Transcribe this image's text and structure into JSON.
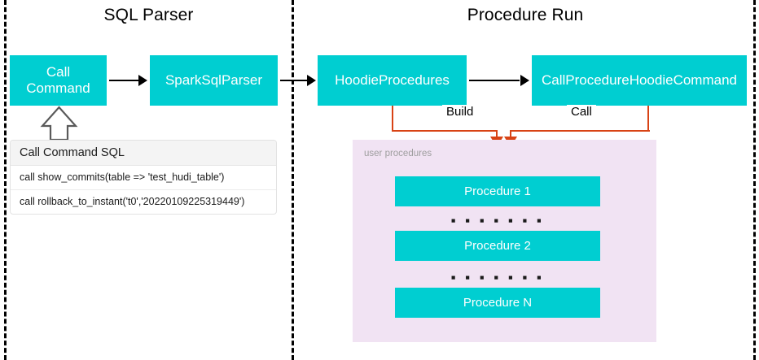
{
  "diagram": {
    "title_left": "SQL Parser",
    "title_right": "Procedure Run",
    "nodes": {
      "call_command": "Call\nCommand",
      "spark_sql_parser": "SparkSqlParser",
      "hoodie_procedures": "HoodieProcedures",
      "call_procedure_hoodie_command": "CallProcedureHoodieCommand"
    },
    "edge_labels": {
      "build": "Build",
      "call": "Call"
    },
    "sql_card": {
      "header": "Call Command SQL",
      "rows": [
        "call show_commits(table => 'test_hudi_table')",
        "call rollback_to_instant('t0','20220109225319449')"
      ]
    },
    "procedures_panel": {
      "label": "user procedures",
      "items": [
        "Procedure 1",
        "Procedure 2",
        "Procedure N"
      ],
      "ellipsis": "▪ ▪ ▪ ▪ ▪ ▪ ▪"
    },
    "colors": {
      "node_fill": "#00CED1",
      "node_text": "#FFFFFF",
      "panel_fill": "#F1E3F3",
      "connector_orange": "#D84315",
      "connector_black": "#000000",
      "divider": "#000000"
    }
  }
}
